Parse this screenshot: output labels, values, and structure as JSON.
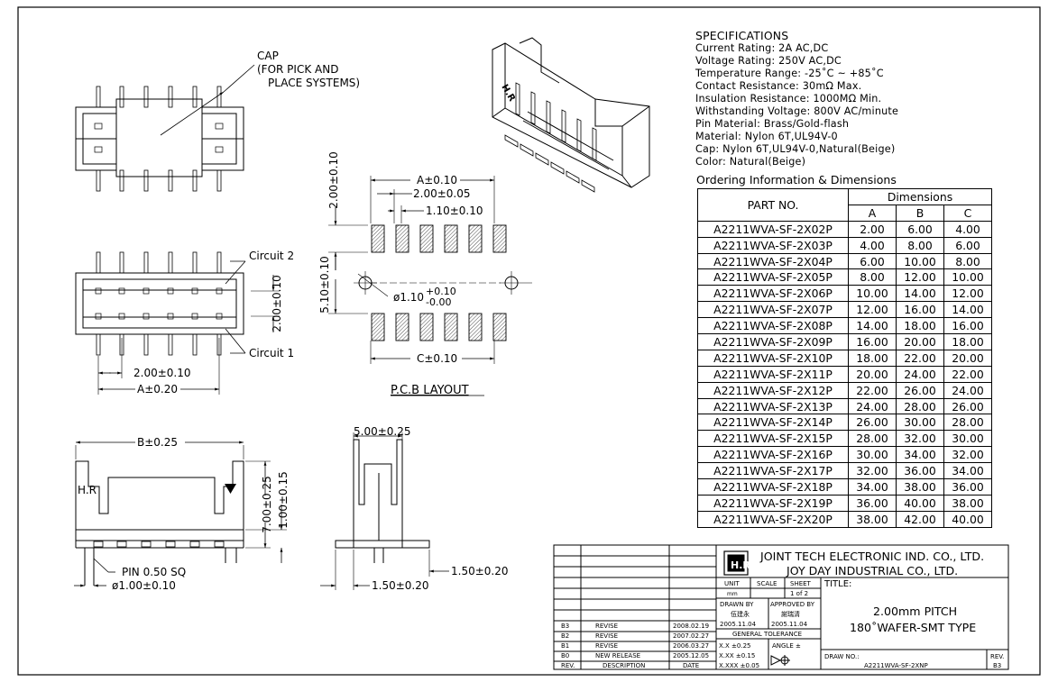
{
  "labels": {
    "cap_line1": "CAP",
    "cap_line2": "(FOR PICK AND",
    "cap_line3": "PLACE SYSTEMS)",
    "circuit2": "Circuit 2",
    "circuit1": "Circuit 1",
    "hr": "H.R",
    "pin_sq": "PIN 0.50 SQ",
    "pcb_layout": "P.C.B LAYOUT"
  },
  "dims": {
    "a_top": "A±0.10",
    "p2_top": "2.00±0.05",
    "w110": "1.10±0.10",
    "h200_left": "2.00±0.10",
    "h510": "5.10±0.10",
    "hole": "ø1.10",
    "hole_plus": "+0.10",
    "hole_minus": "-0.00",
    "c_bottom": "C±0.10",
    "right_200": "2.00±0.10",
    "mid_200": "2.00±0.10",
    "a_020": "A±0.20",
    "b_025": "B±0.25",
    "d700": "7.00±0.25",
    "d100": "1.00±0.15",
    "d500": "5.00±0.25",
    "d150a": "1.50±0.20",
    "d150b": "1.50±0.20",
    "dia100": "ø1.00±0.10"
  },
  "specs": {
    "title": "SPECIFICATIONS",
    "lines": [
      "Current Rating: 2A AC,DC",
      "Voltage Rating: 250V AC,DC",
      "Temperature Range: -25˚C ~ +85˚C",
      "Contact Resistance: 30mΩ Max.",
      "Insulation Resistance: 1000MΩ Min.",
      "Withstanding Voltage: 800V AC/minute",
      "Pin Material: Brass/Gold-flash",
      "Material: Nylon 6T,UL94V-0",
      "Cap: Nylon 6T,UL94V-0,Natural(Beige)",
      "Color: Natural(Beige)"
    ]
  },
  "ordering": {
    "title": "Ordering Information & Dimensions",
    "part_header": "PART NO.",
    "dims_header": "Dimensions",
    "col_a": "A",
    "col_b": "B",
    "col_c": "C",
    "rows": [
      [
        "A2211WVA-SF-2X02P",
        "2.00",
        "6.00",
        "4.00"
      ],
      [
        "A2211WVA-SF-2X03P",
        "4.00",
        "8.00",
        "6.00"
      ],
      [
        "A2211WVA-SF-2X04P",
        "6.00",
        "10.00",
        "8.00"
      ],
      [
        "A2211WVA-SF-2X05P",
        "8.00",
        "12.00",
        "10.00"
      ],
      [
        "A2211WVA-SF-2X06P",
        "10.00",
        "14.00",
        "12.00"
      ],
      [
        "A2211WVA-SF-2X07P",
        "12.00",
        "16.00",
        "14.00"
      ],
      [
        "A2211WVA-SF-2X08P",
        "14.00",
        "18.00",
        "16.00"
      ],
      [
        "A2211WVA-SF-2X09P",
        "16.00",
        "20.00",
        "18.00"
      ],
      [
        "A2211WVA-SF-2X10P",
        "18.00",
        "22.00",
        "20.00"
      ],
      [
        "A2211WVA-SF-2X11P",
        "20.00",
        "24.00",
        "22.00"
      ],
      [
        "A2211WVA-SF-2X12P",
        "22.00",
        "26.00",
        "24.00"
      ],
      [
        "A2211WVA-SF-2X13P",
        "24.00",
        "28.00",
        "26.00"
      ],
      [
        "A2211WVA-SF-2X14P",
        "26.00",
        "30.00",
        "28.00"
      ],
      [
        "A2211WVA-SF-2X15P",
        "28.00",
        "32.00",
        "30.00"
      ],
      [
        "A2211WVA-SF-2X16P",
        "30.00",
        "34.00",
        "32.00"
      ],
      [
        "A2211WVA-SF-2X17P",
        "32.00",
        "36.00",
        "34.00"
      ],
      [
        "A2211WVA-SF-2X18P",
        "34.00",
        "38.00",
        "36.00"
      ],
      [
        "A2211WVA-SF-2X19P",
        "36.00",
        "40.00",
        "38.00"
      ],
      [
        "A2211WVA-SF-2X20P",
        "38.00",
        "42.00",
        "40.00"
      ]
    ]
  },
  "titleblock": {
    "company1": "JOINT TECH ELECTRONIC IND. CO., LTD.",
    "company2": "JOY DAY INDUSTRIAL CO., LTD.",
    "unit_label": "UNIT",
    "scale_label": "SCALE",
    "sheet_label": "SHEET",
    "unit_value": "mm",
    "sheet_value": "1 of 2",
    "title_label": "TITLE:",
    "title1": "2.00mm PITCH",
    "title2": "180˚WAFER-SMT TYPE",
    "drawn_by_label": "DRAWN BY",
    "approved_by_label": "APPROVED BY",
    "drawn_by": "伍建永",
    "approved_by": "謝瑞清",
    "drawn_date": "2005.11.04",
    "approved_date": "2005.11.04",
    "gen_tol": "GENERAL TOLERANCE",
    "tol1": "X.X ±0.25",
    "tol2": "X.XX ±0.15",
    "tol3": "X.XXX ±0.05",
    "angle": "ANGLE ±",
    "draw_no_label": "DRAW NO.:",
    "draw_no": "A2211WVA-SF-2XNP",
    "rev_label": "REV.",
    "rev_value": "B3",
    "hdr_rev": "REV.",
    "hdr_desc": "DESCRIPTION",
    "hdr_date": "DATE",
    "revisions": [
      [
        "B3",
        "REVISE",
        "2008.02.19"
      ],
      [
        "B2",
        "REVISE",
        "2007.02.27"
      ],
      [
        "B1",
        "REVISE",
        "2006.03.27"
      ],
      [
        "B0",
        "NEW RELEASE",
        "2005.12.05"
      ]
    ]
  }
}
